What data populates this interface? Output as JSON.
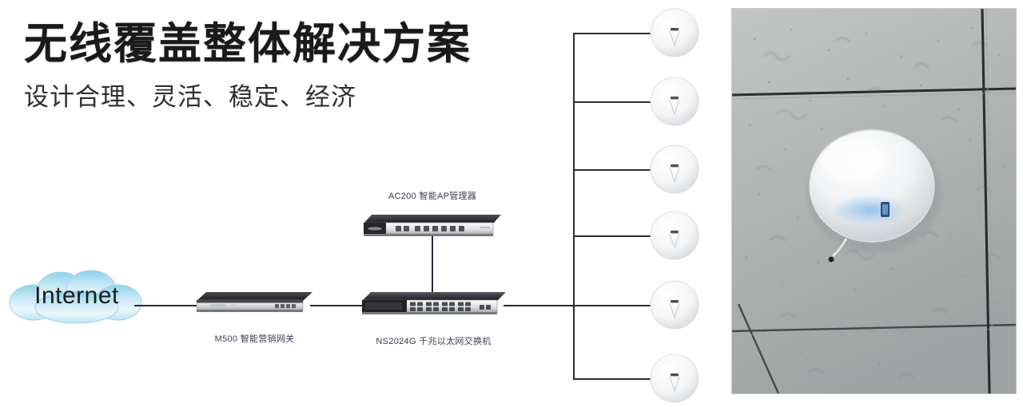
{
  "heading": {
    "title": "无线覆盖整体解决方案",
    "subtitle": "设计合理、灵活、稳定、经济"
  },
  "diagram": {
    "cloud": {
      "label": "Internet",
      "color": "#a9dcf0"
    },
    "devices": [
      {
        "id": "gateway",
        "label": "M500 智能营销网关",
        "kind": "rack-gateway"
      },
      {
        "id": "switch",
        "label": "NS2024G 千兆以太网交换机",
        "kind": "rack-switch-24port"
      },
      {
        "id": "ac",
        "label": "AC200 智能AP管理器",
        "kind": "rack-ac-controller"
      }
    ],
    "access_points": [
      {
        "id": "ap-1",
        "name": "ceiling-ap"
      },
      {
        "id": "ap-2",
        "name": "ceiling-ap"
      },
      {
        "id": "ap-3",
        "name": "ceiling-ap"
      },
      {
        "id": "ap-4",
        "name": "ceiling-ap"
      },
      {
        "id": "ap-5",
        "name": "ceiling-ap"
      },
      {
        "id": "ap-6",
        "name": "ceiling-ap"
      }
    ],
    "ap_count": 6,
    "link_color": "#2b2b36"
  },
  "photo": {
    "caption": "",
    "subject": "ceiling-mounted-wireless-access-point",
    "ceiling_color": "#b7b9b8",
    "grid_color": "#2a2a2a",
    "dome_color": "#f2f4f5",
    "led_color": "#2f63b8"
  }
}
